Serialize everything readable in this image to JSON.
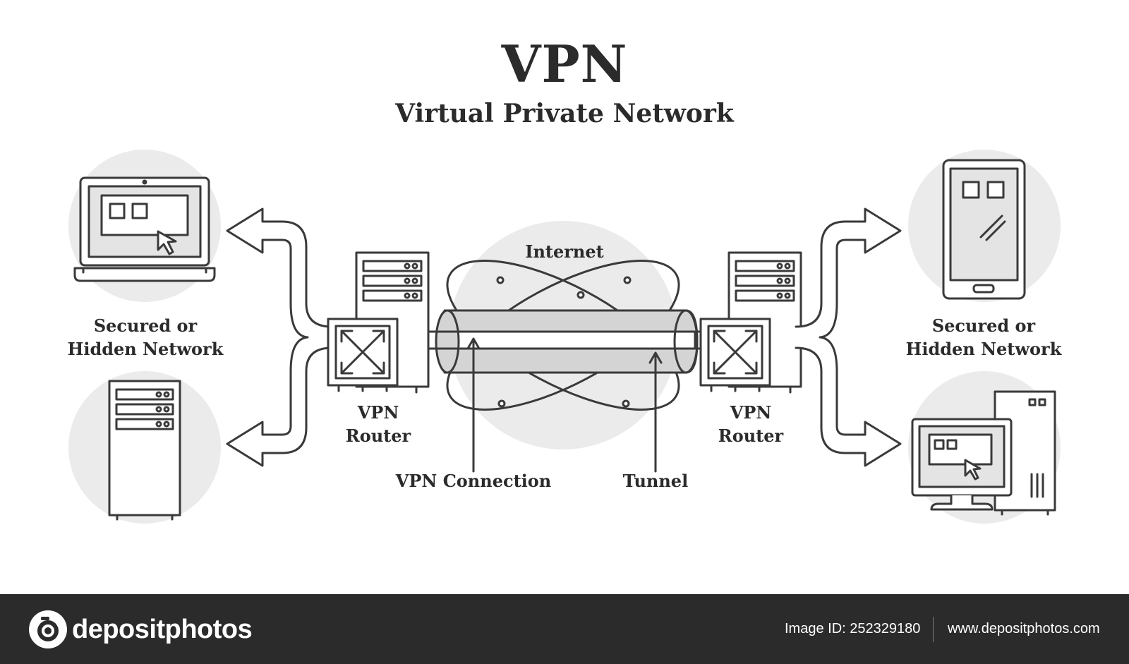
{
  "title": "VPN",
  "subtitle": "Virtual Private Network",
  "labels": {
    "left_network": [
      "Secured or",
      "Hidden Network"
    ],
    "right_network": [
      "Secured or",
      "Hidden Network"
    ],
    "left_router": [
      "VPN",
      "Router"
    ],
    "right_router": [
      "VPN",
      "Router"
    ],
    "internet": "Internet",
    "vpn_connection": "VPN Connection",
    "tunnel": "Tunnel"
  },
  "footer": {
    "brand": "depositphotos",
    "image_id": "Image ID: 252329180",
    "site": "www.depositphotos.com"
  },
  "colors": {
    "line": "#3a3a3a",
    "circle_fill": "#ebebeb",
    "tunnel_fill": "#d4d4d4",
    "footer_bg": "#2b2b2b"
  }
}
